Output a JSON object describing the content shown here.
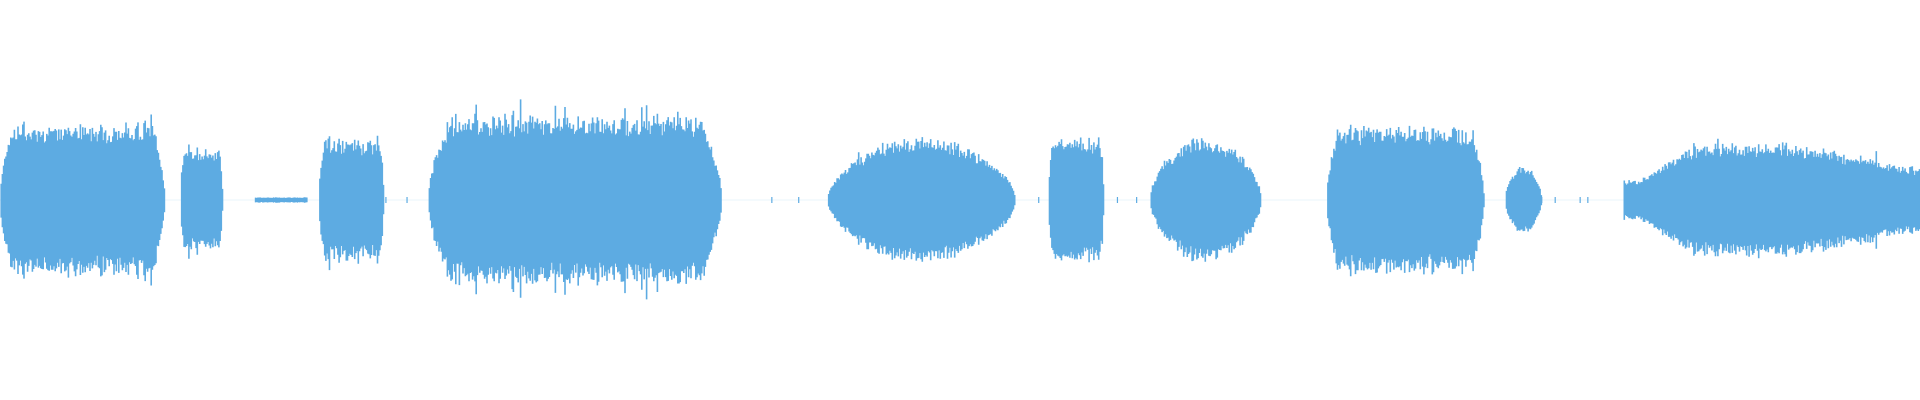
{
  "waveform": {
    "color": "#5dabe2",
    "background": "#ffffff",
    "segments": [
      {
        "start": 0.0,
        "end": 0.086,
        "peak": 0.56,
        "shape": "plateau"
      },
      {
        "start": 0.094,
        "end": 0.116,
        "peak": 0.37,
        "shape": "plateau"
      },
      {
        "start": 0.133,
        "end": 0.16,
        "peak": 0.02,
        "shape": "flat"
      },
      {
        "start": 0.166,
        "end": 0.2,
        "peak": 0.44,
        "shape": "plateau"
      },
      {
        "start": 0.223,
        "end": 0.376,
        "peak": 0.62,
        "shape": "plateau"
      },
      {
        "start": 0.431,
        "end": 0.529,
        "peak": 0.47,
        "shape": "dome"
      },
      {
        "start": 0.546,
        "end": 0.575,
        "peak": 0.46,
        "shape": "plateau"
      },
      {
        "start": 0.599,
        "end": 0.657,
        "peak": 0.47,
        "shape": "dome"
      },
      {
        "start": 0.691,
        "end": 0.773,
        "peak": 0.54,
        "shape": "plateau"
      },
      {
        "start": 0.784,
        "end": 0.803,
        "peak": 0.25,
        "shape": "dome"
      },
      {
        "start": 0.846,
        "end": 1.0,
        "peak": 0.42,
        "shape": "swell"
      }
    ]
  }
}
